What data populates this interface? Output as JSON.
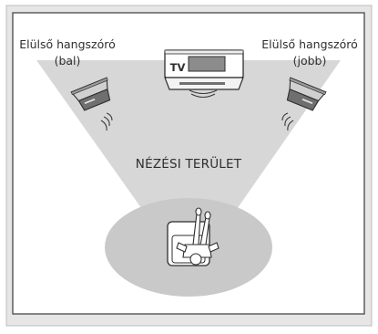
{
  "labels": {
    "front_left": {
      "line1": "Elülső hangszóró",
      "line2": "(bal)"
    },
    "front_right": {
      "line1": "Elülső hangszóró",
      "line2": "(jobb)"
    },
    "viewing_area": "NÉZÉSI TERÜLET",
    "tv": "TV"
  },
  "colors": {
    "page_bg": "#ffffff",
    "panel_bg": "#e6e6e6",
    "panel_border": "#bdbdbd",
    "inner_bg": "#ffffff",
    "inner_border": "#3a3a3a",
    "cone": "#d7d7d7",
    "viewing_ellipse": "#c9c9c9",
    "speaker_top": "#d0d0d0",
    "speaker_front": "#6f6f6f",
    "ink": "#2e2e2e"
  },
  "icons": [
    "speaker-icon",
    "tv-icon",
    "sound-wave-icon",
    "armchair-icon",
    "person-icon"
  ]
}
